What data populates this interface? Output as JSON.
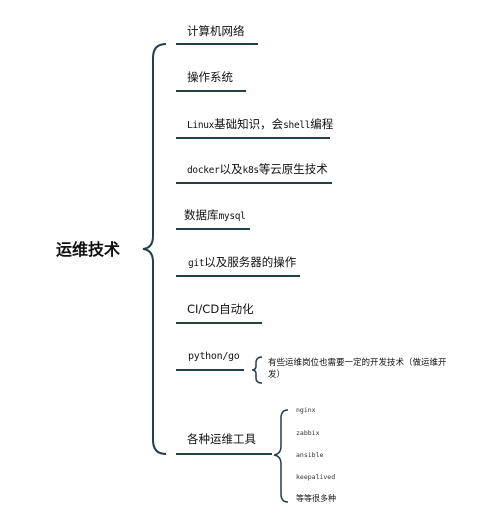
{
  "root": {
    "label": "运维技术"
  },
  "branches": [
    {
      "label": "计算机网络"
    },
    {
      "label": "操作系统"
    },
    {
      "label_parts": [
        "Linux",
        "基础知识，会",
        "shell",
        "编程"
      ]
    },
    {
      "label_parts": [
        "docker",
        "以及",
        "k8s",
        "等云原生技术"
      ]
    },
    {
      "label_parts": [
        "数据库",
        "mysql"
      ]
    },
    {
      "label_parts": [
        "git",
        "以及服务器的操作"
      ]
    },
    {
      "label": "CI/CD自动化"
    },
    {
      "label": "python/go",
      "note": "有些运维岗位也需要一定的开发技术（做运维开发）"
    },
    {
      "label": "各种运维工具",
      "children": [
        "nginx",
        "zabbix",
        "ansible",
        "keepalived",
        "等等很多种"
      ]
    }
  ],
  "colors": {
    "line": "#23404a",
    "text": "#111111"
  }
}
